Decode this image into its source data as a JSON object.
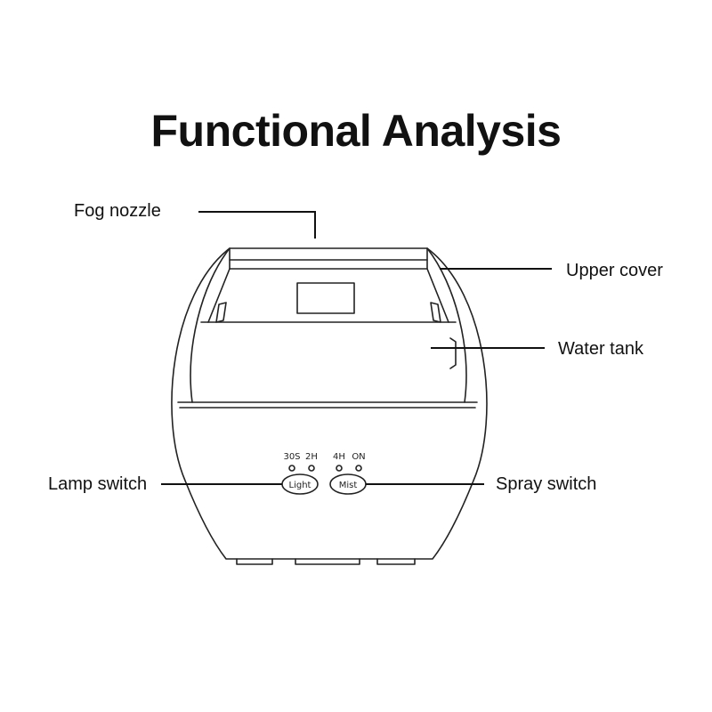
{
  "title": "Functional Analysis",
  "callouts": {
    "fog_nozzle": "Fog nozzle",
    "upper_cover": "Upper cover",
    "water_tank": "Water tank",
    "lamp_switch": "Lamp switch",
    "spray_switch": "Spray switch"
  },
  "indicators": {
    "i1": "30S",
    "i2": "2H",
    "i3": "4H",
    "i4": "ON"
  },
  "buttons": {
    "light": "Light",
    "mist": "Mist"
  }
}
